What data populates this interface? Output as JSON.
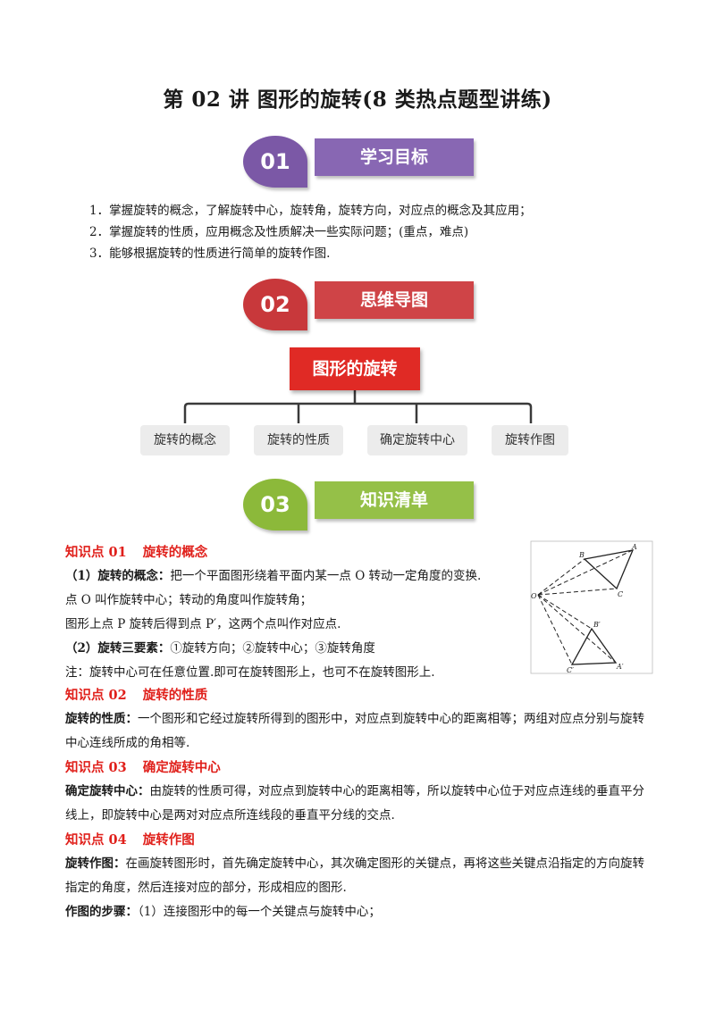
{
  "doc_title": "第 02 讲  图形的旋转(8 类热点题型讲练)",
  "sections": [
    {
      "num": "01",
      "label": "学习目标",
      "num_color": "#7b58a6",
      "bar_color": "#8867b3"
    },
    {
      "num": "02",
      "label": "思维导图",
      "num_color": "#c8383b",
      "bar_color": "#cf4447"
    },
    {
      "num": "03",
      "label": "知识清单",
      "num_color": "#8cb93a",
      "bar_color": "#95c048"
    }
  ],
  "objectives": [
    "1．掌握旋转的概念，了解旋转中心，旋转角，旋转方向，对应点的概念及其应用；",
    "2．掌握旋转的性质，应用概念及性质解决一些实际问题；(重点，难点)",
    "3．能够根据旋转的性质进行简单的旋转作图."
  ],
  "mindmap": {
    "root": "图形的旋转",
    "children": [
      "旋转的概念",
      "旋转的性质",
      "确定旋转中心",
      "旋转作图"
    ]
  },
  "knowledge": {
    "kp1": {
      "num": "知识点 01",
      "title": "旋转的概念",
      "l1_label": "（1）旋转的概念：",
      "l1_text": "把一个平面图形绕着平面内某一点 O 转动一定角度的变换.",
      "l2": "点 O 叫作旋转中心；转动的角度叫作旋转角；",
      "l3": "图形上点 P 旋转后得到点 P′，这两个点叫作对应点.",
      "l4_label": "（2）旋转三要素：",
      "l4_text": "①旋转方向；②旋转中心；③旋转角度",
      "l5": "注：旋转中心可在任意位置.即可在旋转图形上，也可不在旋转图形上."
    },
    "kp2": {
      "num": "知识点 02",
      "title": "旋转的性质",
      "label": "旋转的性质：",
      "text": "一个图形和它经过旋转所得到的图形中，对应点到旋转中心的距离相等；两组对应点分别与旋转中心连线所成的角相等."
    },
    "kp3": {
      "num": "知识点 03",
      "title": "确定旋转中心",
      "label": "确定旋转中心：",
      "text": "由旋转的性质可得，对应点到旋转中心的距离相等，所以旋转中心位于对应点连线的垂直平分线上，即旋转中心是两对对应点所连线段的垂直平分线的交点."
    },
    "kp4": {
      "num": "知识点 04",
      "title": "旋转作图",
      "label": "旋转作图：",
      "text": "在画旋转图形时，首先确定旋转中心，其次确定图形的关键点，再将这些关键点沿指定的方向旋转指定的角度，然后连接对应的部分，形成相应的图形.",
      "steps_label": "作图的步骤：",
      "step1": "（1）连接图形中的每一个关键点与旋转中心；"
    }
  },
  "figure_labels": {
    "O": "O",
    "A": "A",
    "B": "B",
    "C": "C",
    "A2": "A′",
    "B2": "B′",
    "C2": "C′"
  }
}
